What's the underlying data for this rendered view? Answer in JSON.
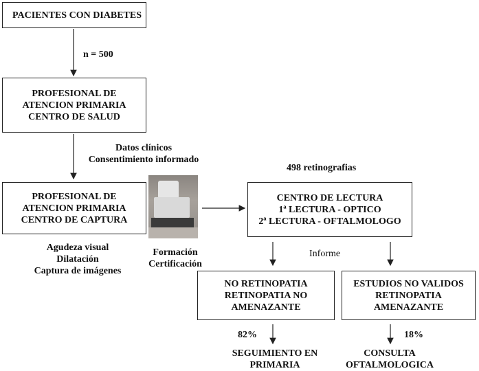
{
  "nodes": {
    "pacientes": "PACIENTES CON DIABETES",
    "profesional_salud": [
      "PROFESIONAL DE",
      "ATENCION PRIMARIA",
      "CENTRO DE SALUD"
    ],
    "profesional_captura": [
      "PROFESIONAL DE",
      "ATENCION PRIMARIA",
      "CENTRO DE CAPTURA"
    ],
    "centro_lectura": [
      "CENTRO DE LECTURA",
      "1ª LECTURA - OPTICO",
      "2ª LECTURA - OFTALMOLOGO"
    ],
    "no_retinopatia": [
      "NO RETINOPATIA",
      "RETINOPATIA  NO",
      "AMENAZANTE"
    ],
    "estudios_no_validos": [
      "ESTUDIOS NO VALIDOS",
      "RETINOPATIA",
      "AMENAZANTE"
    ]
  },
  "labels": {
    "n": "n = 500",
    "datos": [
      "Datos clínicos",
      "Consentimiento informado"
    ],
    "retinografias": "498 retinografias",
    "captura_tareas": [
      "Agudeza visual",
      "Dilatación",
      "Captura de imágenes"
    ],
    "formacion": [
      "Formación",
      "Certificación"
    ],
    "informe": "Informe",
    "pct_left": "82%",
    "pct_right": "18%",
    "seguimiento": [
      "SEGUIMIENTO EN",
      "PRIMARIA"
    ],
    "consulta": [
      "CONSULTA",
      "OFTALMOLOGICA"
    ]
  },
  "image": {
    "icon": "retinal-camera-photo"
  }
}
